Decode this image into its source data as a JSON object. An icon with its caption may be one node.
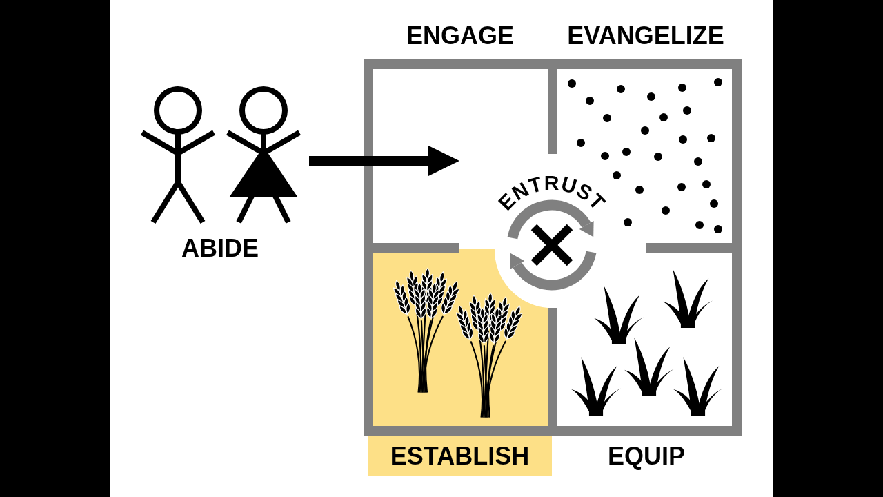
{
  "diagram": {
    "nodes": [
      {
        "text": [
          "ABIDE"
        ]
      },
      {
        "text": [
          "ENGAGE"
        ]
      },
      {
        "text": [
          "EVANGELIZE"
        ]
      },
      {
        "text": [
          "ESTABLISH"
        ]
      },
      {
        "text": [
          "EQUIP"
        ]
      },
      {
        "text": [
          "ENTRUST"
        ]
      }
    ],
    "edges": [
      {
        "from": 0,
        "to": 1,
        "arrow": "to"
      }
    ]
  }
}
